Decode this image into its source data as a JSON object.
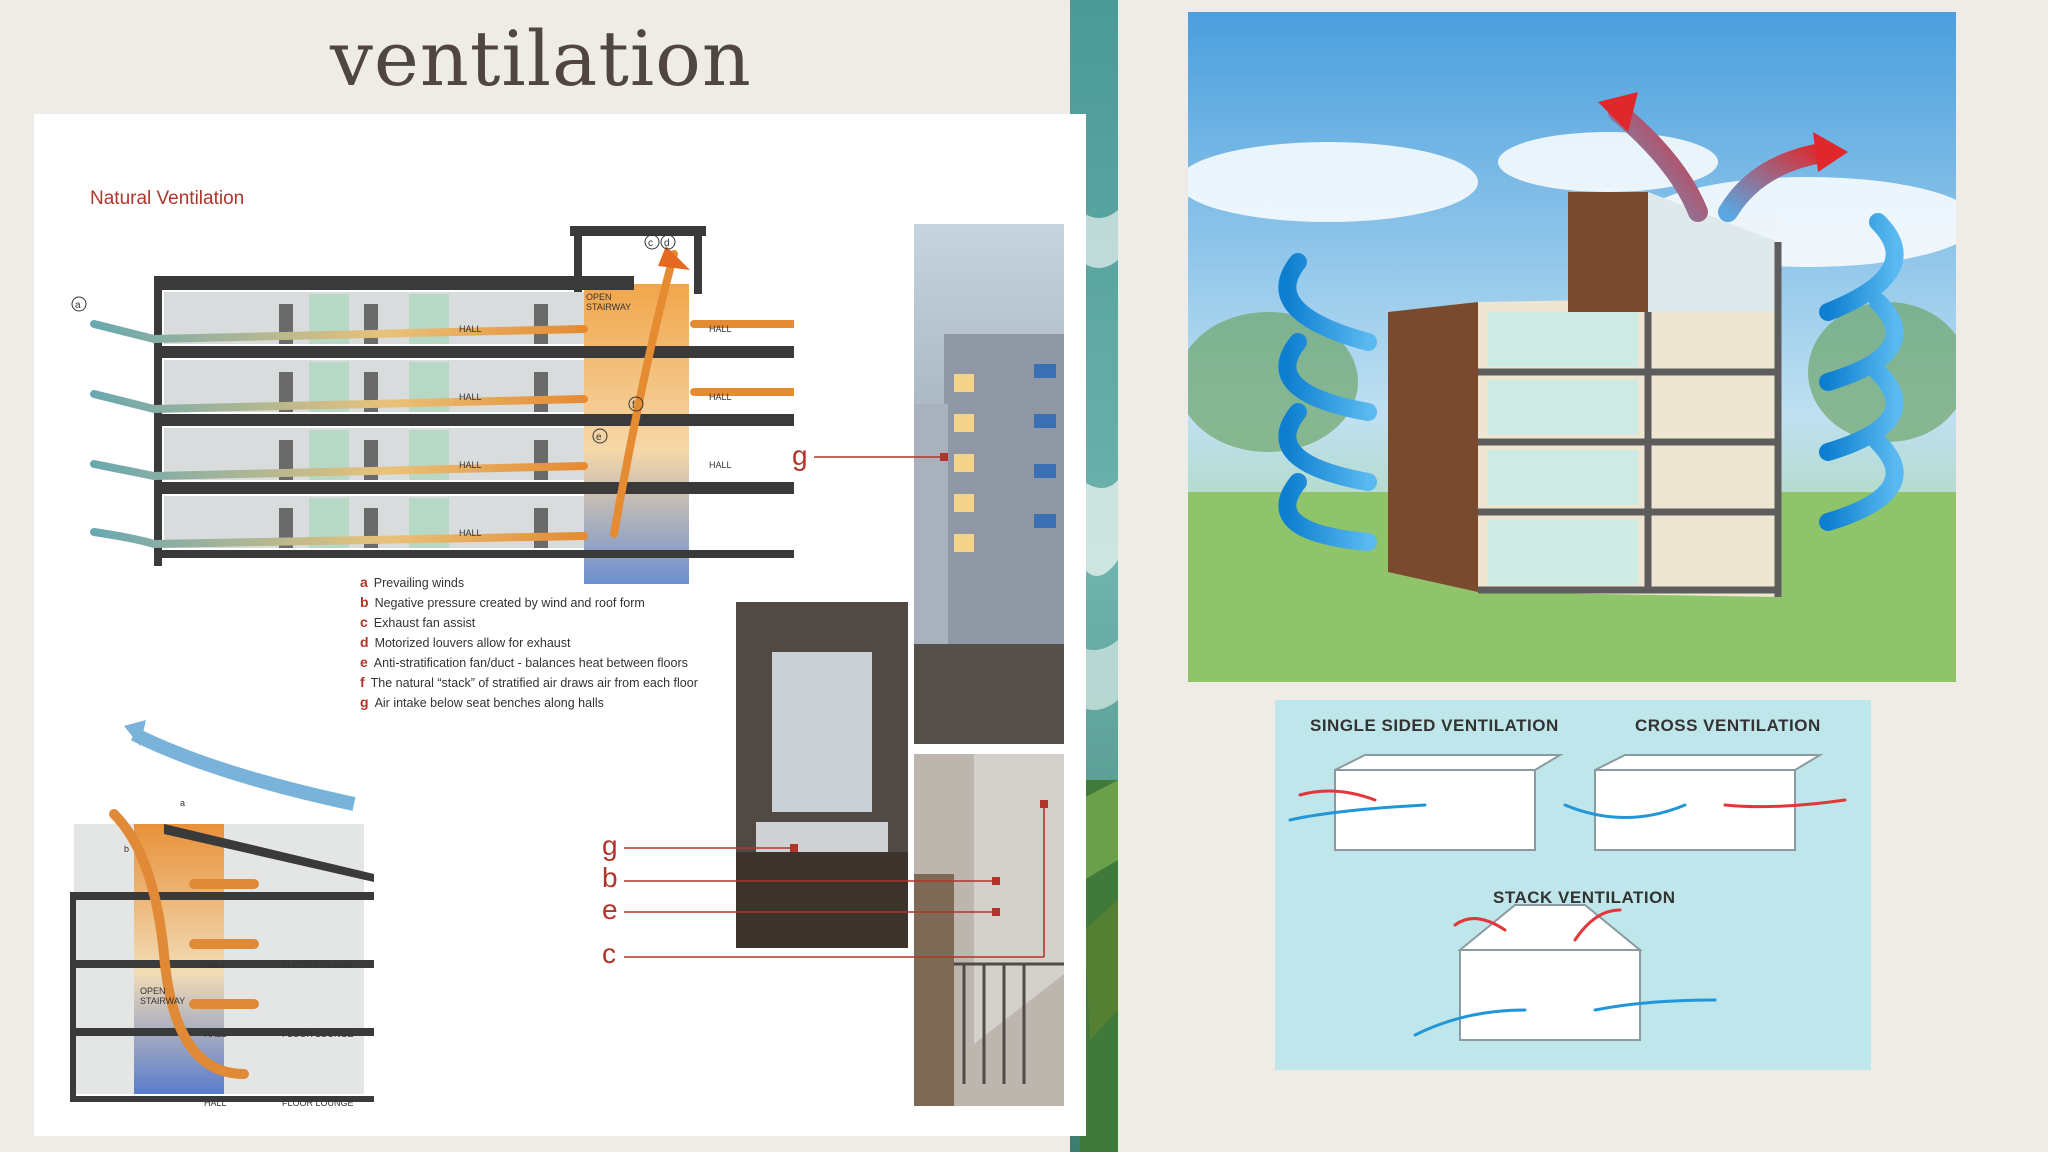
{
  "page": {
    "title": "ventilation"
  },
  "natural_ventilation": {
    "heading": "Natural Ventilation",
    "legend": [
      {
        "key": "a",
        "text": "Prevailing winds"
      },
      {
        "key": "b",
        "text": "Negative pressure created by wind and roof form"
      },
      {
        "key": "c",
        "text": "Exhaust fan assist"
      },
      {
        "key": "d",
        "text": "Motorized louvers allow for exhaust"
      },
      {
        "key": "e",
        "text": "Anti-stratification fan/duct - balances heat between floors"
      },
      {
        "key": "f",
        "text": "The natural “stack” of stratified air draws air from each floor"
      },
      {
        "key": "g",
        "text": "Air intake below seat benches along halls"
      }
    ],
    "section_labels": {
      "hall": "HALL",
      "open_stairway_1": "OPEN",
      "open_stairway_2": "STAIRWAY",
      "floor_lounge": "FLOOR LOUNGE"
    },
    "callouts": {
      "g": "g",
      "b": "b",
      "e": "e",
      "c": "c"
    },
    "markers": {
      "a": "a",
      "b": "b",
      "c": "c",
      "d": "d",
      "e": "e",
      "f": "f",
      "g": "g"
    }
  },
  "ventilation_types": {
    "single_sided": "SINGLE SIDED VENTILATION",
    "cross": "CROSS VENTILATION",
    "stack": "STACK VENTILATION"
  },
  "colors": {
    "background": "#efebe6",
    "accent_red": "#b0352a",
    "wind_blue": "#5b9ea6",
    "warm_orange": "#e68a2e",
    "panel_cyan": "#bfe6ea"
  }
}
